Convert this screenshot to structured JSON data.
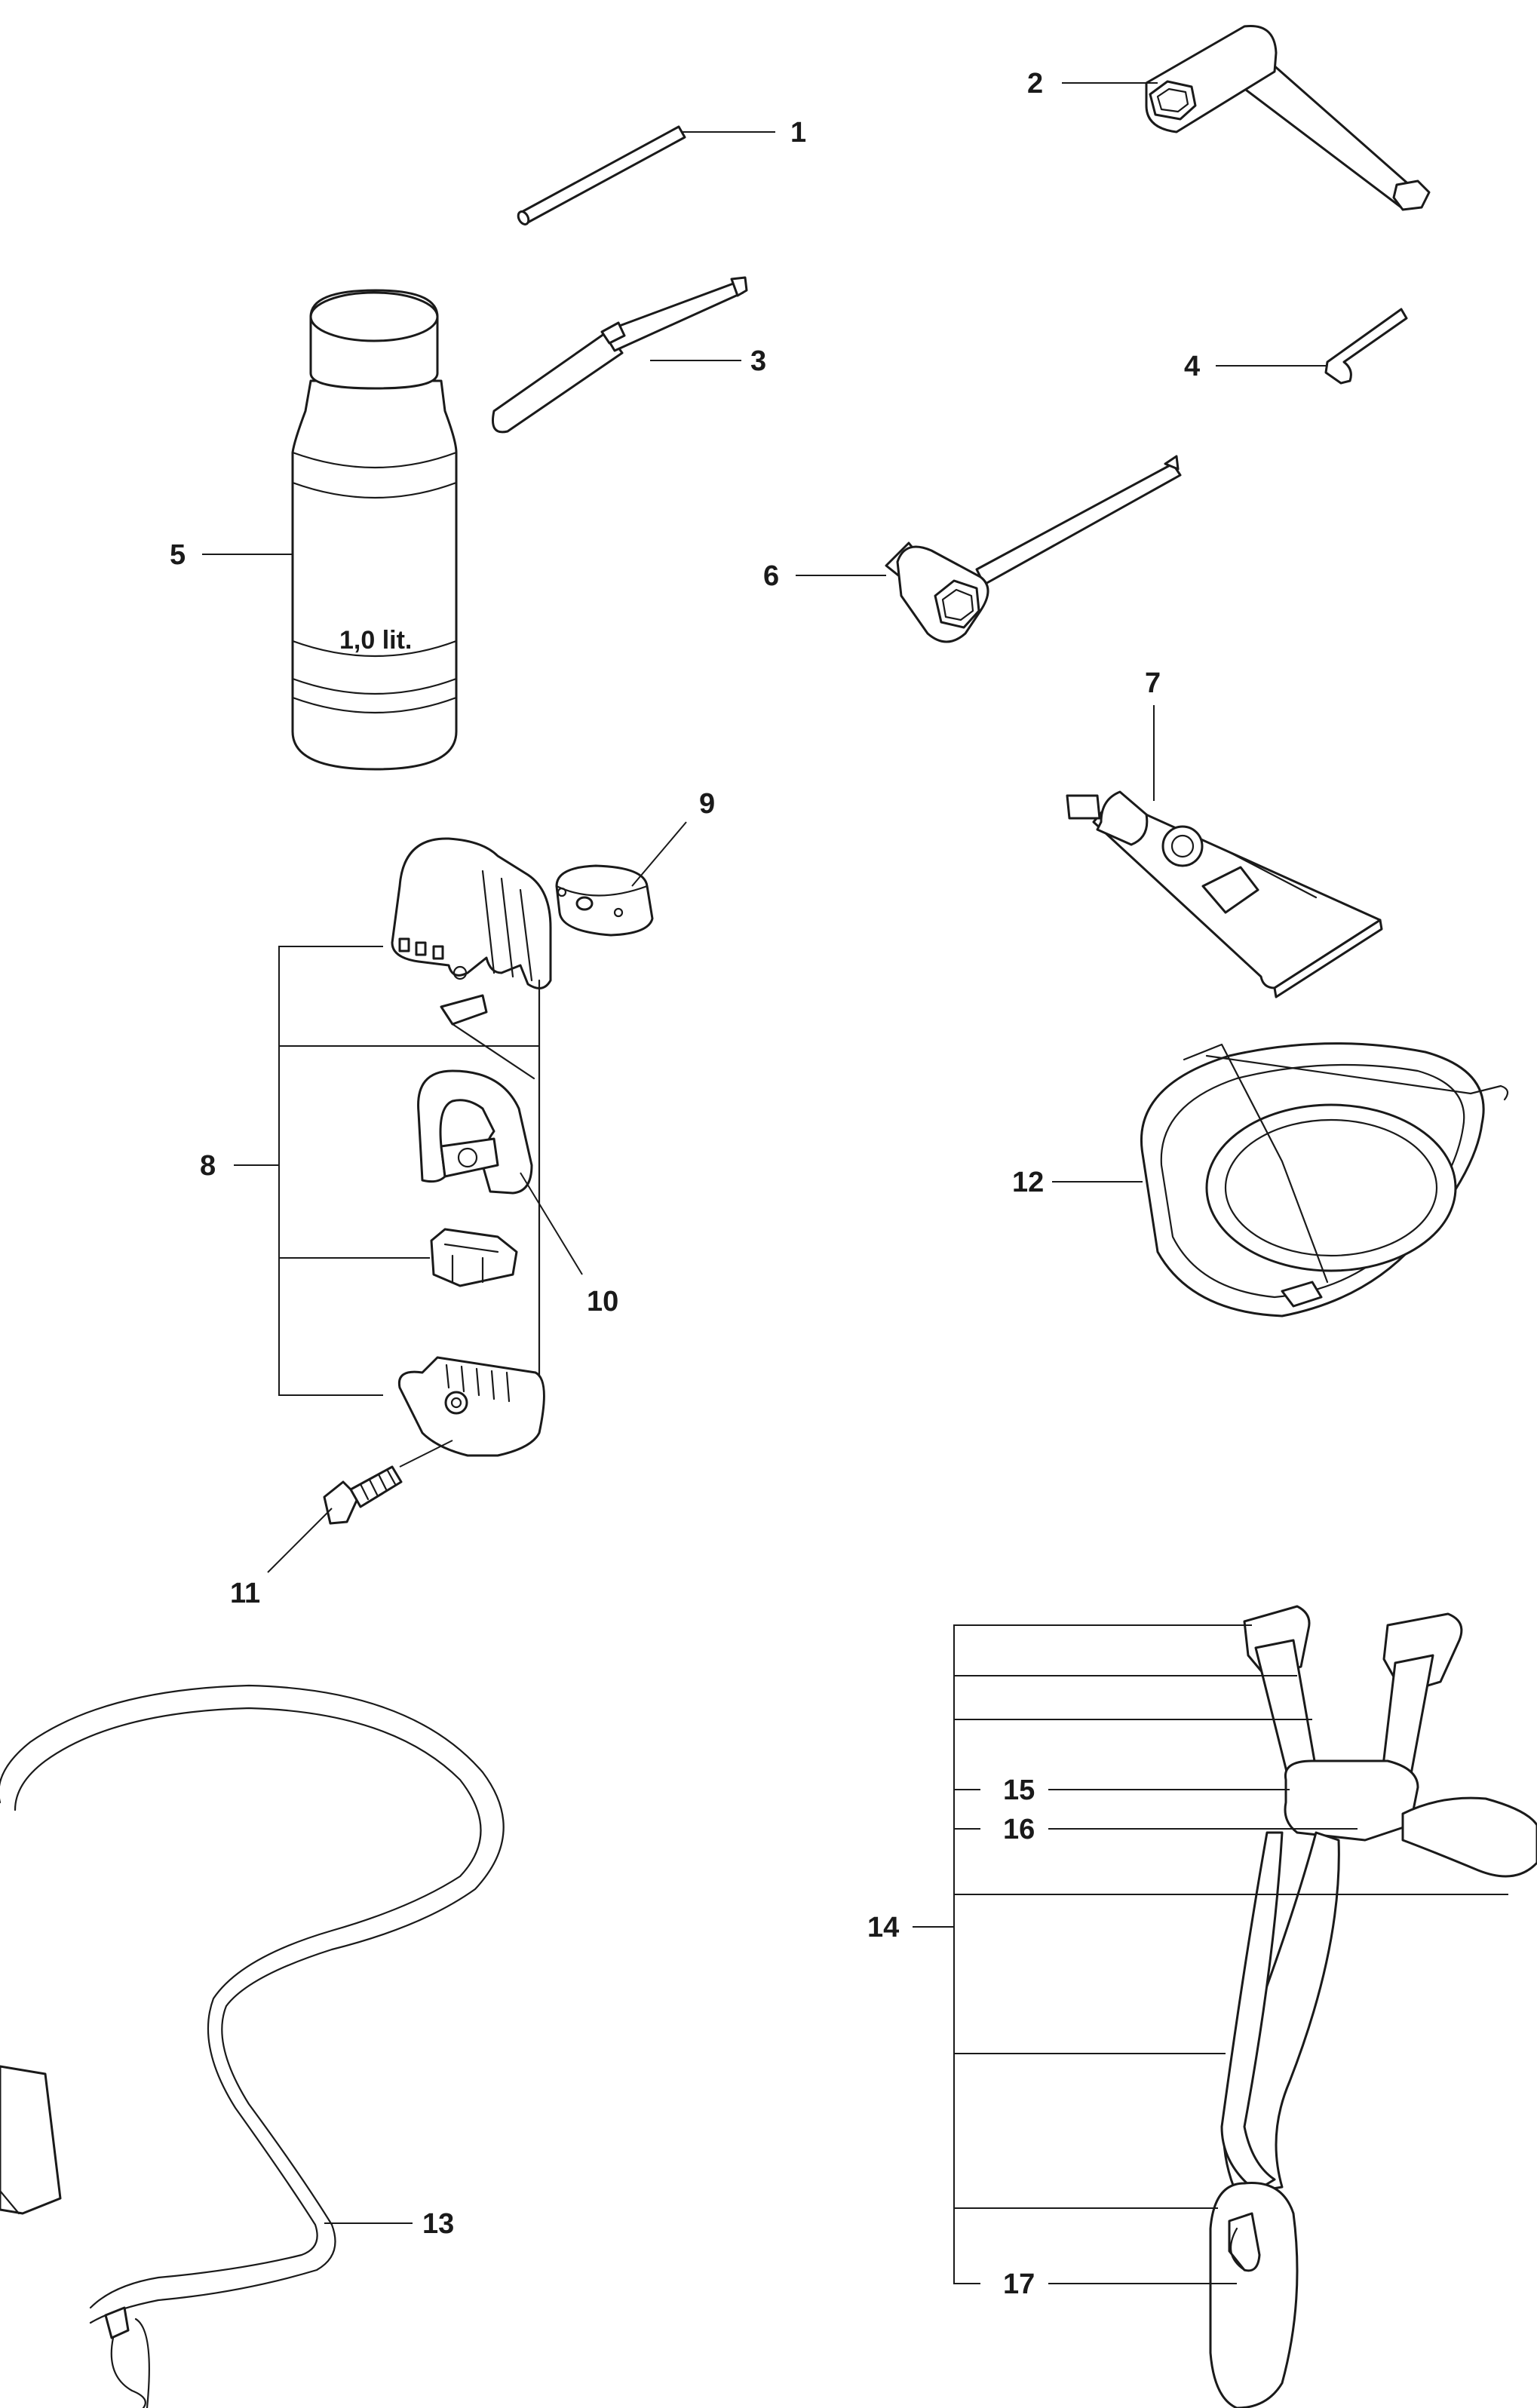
{
  "diagram": {
    "callouts": [
      {
        "id": "1",
        "label": "1"
      },
      {
        "id": "2",
        "label": "2"
      },
      {
        "id": "3",
        "label": "3"
      },
      {
        "id": "4",
        "label": "4"
      },
      {
        "id": "5",
        "label": "5"
      },
      {
        "id": "6",
        "label": "6"
      },
      {
        "id": "7",
        "label": "7"
      },
      {
        "id": "8",
        "label": "8"
      },
      {
        "id": "9",
        "label": "9"
      },
      {
        "id": "10",
        "label": "10"
      },
      {
        "id": "11",
        "label": "11"
      },
      {
        "id": "12",
        "label": "12"
      },
      {
        "id": "13",
        "label": "13"
      },
      {
        "id": "14",
        "label": "14"
      },
      {
        "id": "15",
        "label": "15"
      },
      {
        "id": "16",
        "label": "16"
      },
      {
        "id": "17",
        "label": "17"
      }
    ],
    "bottle_label": "1,0 lit."
  }
}
